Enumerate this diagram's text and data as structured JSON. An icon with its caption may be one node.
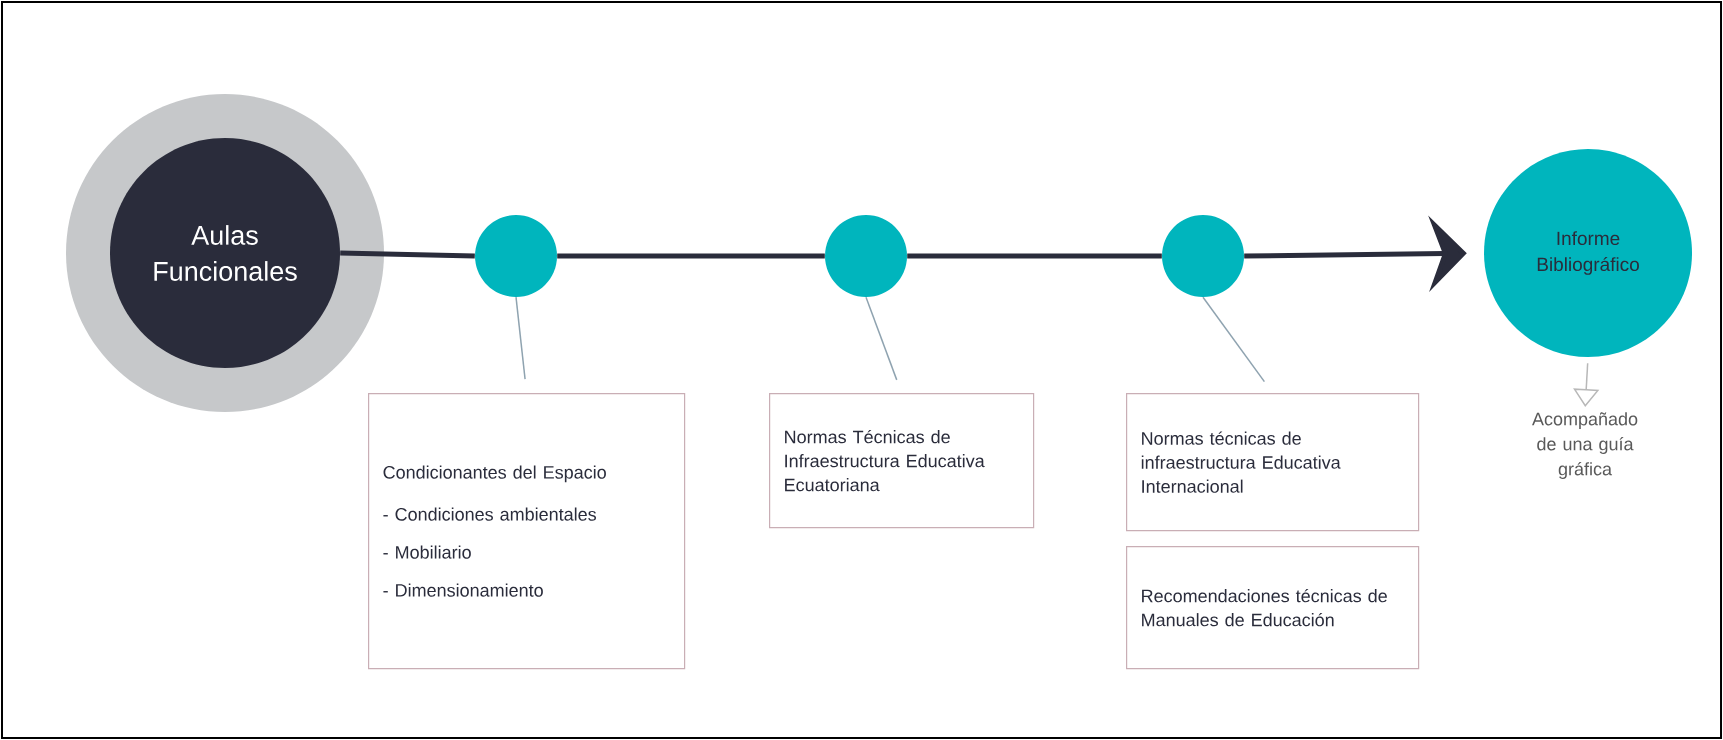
{
  "diagram": {
    "nodes": [
      {
        "text": [
          "Aulas Funcionales"
        ]
      },
      {
        "text": [],
        "shape": "circle"
      },
      {
        "text": [],
        "shape": "circle"
      },
      {
        "text": [],
        "shape": "circle"
      },
      {
        "text": [
          "Informe Bibliográfico"
        ]
      },
      {
        "text": [
          "Condicionantes del Espacio",
          "- Condiciones ambientales",
          "- Mobiliario",
          "- Dimensionamiento"
        ]
      },
      {
        "text": [
          "Normas Técnicas de Infraestructura Educativa Ecuatoriana"
        ]
      },
      {
        "text": [
          "Normas técnicas de infraestructura Educativa Internacional"
        ]
      },
      {
        "text": [
          "Recomendaciones técnicas de Manuales de Educación"
        ]
      },
      {
        "text": [
          "Acompañado de una guía gráfica"
        ]
      }
    ],
    "edges": [
      {
        "from": 0,
        "to": 1,
        "arrow": "none",
        "style": "thick"
      },
      {
        "from": 1,
        "to": 2,
        "arrow": "none",
        "style": "thick"
      },
      {
        "from": 2,
        "to": 3,
        "arrow": "none",
        "style": "thick"
      },
      {
        "from": 3,
        "to": 4,
        "arrow": "to",
        "style": "thick"
      },
      {
        "from": 1,
        "to": 5,
        "arrow": "none",
        "color": "#8fa3b0"
      },
      {
        "from": 2,
        "to": 6,
        "arrow": "none",
        "color": "#8fa3b0"
      },
      {
        "from": 3,
        "to": 7,
        "arrow": "none",
        "color": "#8fa3b0"
      },
      {
        "from": 4,
        "to": 9,
        "arrow": "to",
        "color": "#b8b8b8"
      }
    ]
  }
}
